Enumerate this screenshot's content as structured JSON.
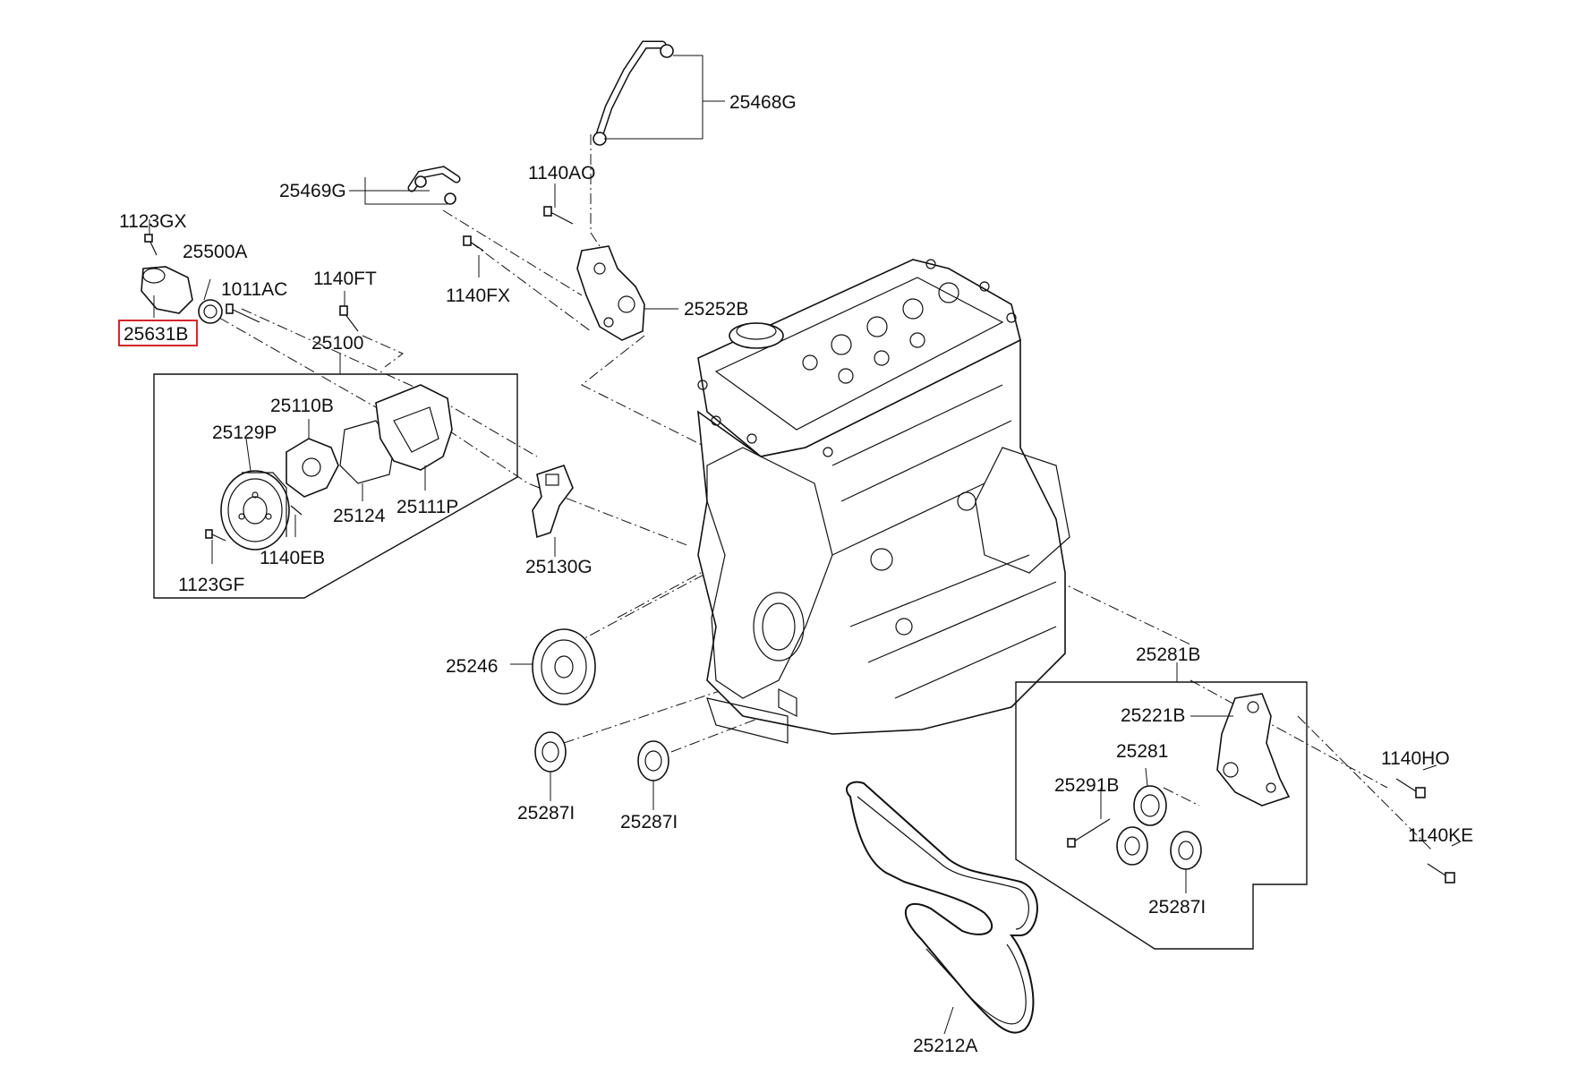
{
  "diagram": {
    "highlight_part": "25631B",
    "highlight_color": "#d4262b",
    "callouts": {
      "p25468G": "25468G",
      "p25469G": "25469G",
      "p1140AO": "1140AO",
      "p1123GX": "1123GX",
      "p25500A": "25500A",
      "p1011AC": "1011AC",
      "p1140FT": "1140FT",
      "p1140FX": "1140FX",
      "p25252B": "25252B",
      "p25631B": "25631B",
      "p25100": "25100",
      "p25110B": "25110B",
      "p25129P": "25129P",
      "p25124": "25124",
      "p25111P": "25111P",
      "p1140EB": "1140EB",
      "p1123GF": "1123GF",
      "p25130G": "25130G",
      "p25246": "25246",
      "p25287I_a": "25287I",
      "p25287I_b": "25287I",
      "p25281B": "25281B",
      "p25221B": "25221B",
      "p25281": "25281",
      "p25291B": "25291B",
      "p1140HO": "1140HO",
      "p1140KE": "1140KE",
      "p25287I_c": "25287I",
      "p25212A": "25212A"
    }
  }
}
